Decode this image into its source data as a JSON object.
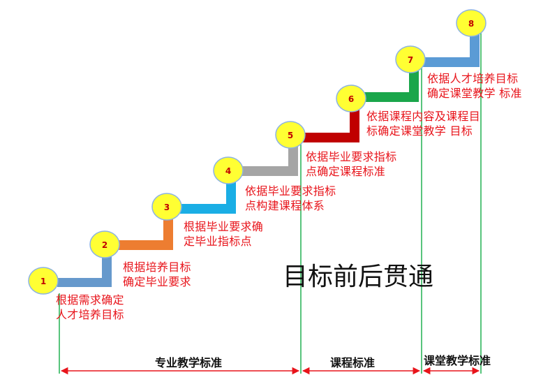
{
  "title": "目标前后贯通",
  "colors": {
    "step_blue": "#6699cc",
    "step_orange": "#ed7d31",
    "step_cyan": "#1aaee5",
    "step_gray": "#a5a5a5",
    "step_darkred": "#c00000",
    "step_green": "#1aa64b",
    "step_sky": "#5b9bd5",
    "circle_fill": "#ffff33",
    "circle_stroke": "#8cb3e0",
    "label_text": "#e8141b",
    "bracket": "#e8141b",
    "guide_line": "#20b050"
  },
  "steps": [
    {
      "number": "1",
      "label": "根据需求确定\n人才培养目标"
    },
    {
      "number": "2",
      "label": "根据培养目标\n确定毕业要求"
    },
    {
      "number": "3",
      "label": "根据毕业要求确\n定毕业指标点"
    },
    {
      "number": "4",
      "label": "依据毕业要求指标\n点构建课程体系"
    },
    {
      "number": "5",
      "label": "依据毕业要求指标\n点确定课程标准"
    },
    {
      "number": "6",
      "label": "依据课程内容及课程目\n标确定课堂教学 目标"
    },
    {
      "number": "7",
      "label": "依据人才培养目标\n确定课堂教学 标准"
    },
    {
      "number": "8",
      "label": ""
    }
  ],
  "segments": [
    {
      "label": "专业教学标准"
    },
    {
      "label": "课程标准"
    },
    {
      "label": "课堂教学标准"
    }
  ]
}
